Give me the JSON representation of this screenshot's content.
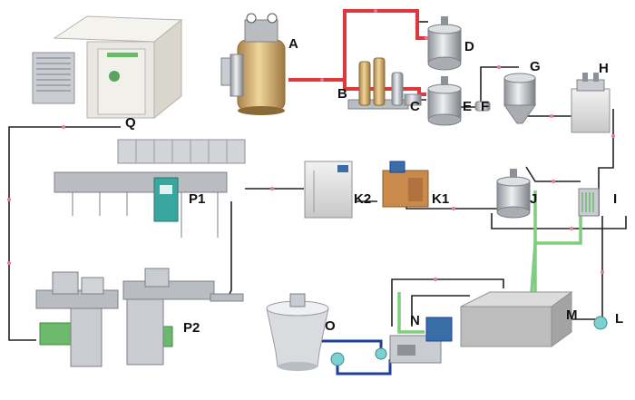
{
  "diagram": {
    "labels": {
      "A": "A",
      "B": "B",
      "C": "C",
      "D": "D",
      "E": "E",
      "F": "F",
      "G": "G",
      "H": "H",
      "I": "I",
      "J": "J",
      "K1": "K1",
      "K2": "K2",
      "L": "L",
      "M": "M",
      "N": "N",
      "O": "O",
      "P1": "P1",
      "P2": "P2",
      "Q": "Q"
    },
    "colors": {
      "steam_pipe": "#e0383a",
      "process_pipe": "#222222",
      "coolant_pipe": "#7fce7f",
      "water_pipe": "#1f3f9a",
      "steel": "#c9ccd1",
      "steel_dark": "#8e9298",
      "brass": "#d6b16e",
      "cold_room": "#e9e7e1"
    }
  }
}
